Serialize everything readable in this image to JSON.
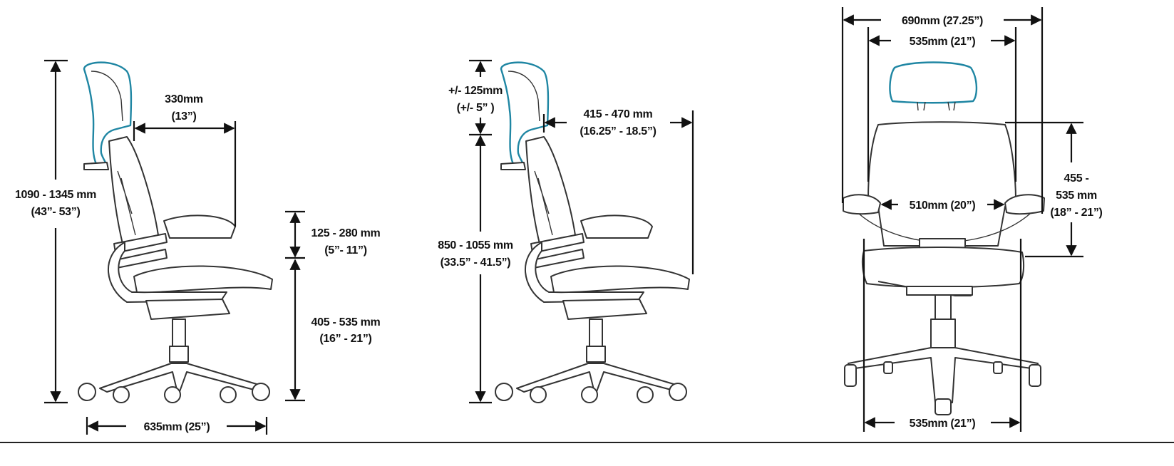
{
  "colors": {
    "headrest": "#1f86a3",
    "line": "#111111"
  },
  "side_view_1": {
    "overall_height": {
      "mm": "1090 - 1345 mm",
      "in": "(43”- 53”)"
    },
    "headrest_depth": {
      "mm": "330mm",
      "in": "(13”)"
    },
    "arm_height": {
      "mm": "125 - 280 mm",
      "in": "(5”- 11”)"
    },
    "seat_height": {
      "mm": "405 - 535 mm",
      "in": "(16” - 21”)"
    },
    "base_depth": {
      "label": "635mm (25”)"
    }
  },
  "side_view_2": {
    "headrest_adjust": {
      "mm": "+/- 125mm",
      "in": "(+/- 5” )"
    },
    "back_height": {
      "mm": "850 - 1055 mm",
      "in": "(33.5” - 41.5”)"
    },
    "seat_depth": {
      "mm": "415 - 470 mm",
      "in": "(16.25” - 18.5”)"
    }
  },
  "front_view": {
    "overall_width": {
      "label": "690mm (27.25”)"
    },
    "back_width": {
      "label": "535mm (21”)"
    },
    "between_arms": {
      "label": "510mm (20”)"
    },
    "back_height": {
      "l1": "455 -",
      "l2": "535 mm",
      "l3": "(18” - 21”)"
    },
    "base_width": {
      "label": "535mm (21”)"
    }
  }
}
